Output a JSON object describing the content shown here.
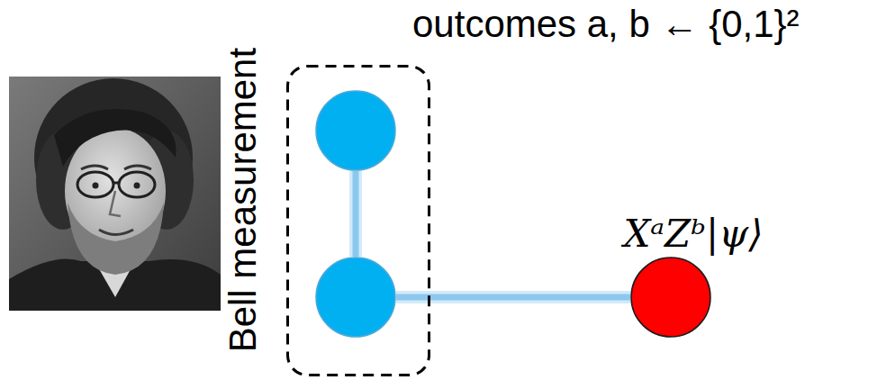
{
  "diagram": {
    "nodes": [
      {
        "text": [
          "Bell measurement"
        ]
      },
      {
        "text": [],
        "in": 0
      },
      {
        "text": [],
        "in": 0
      },
      {
        "text": [
          "XᵃZᵇ|ψ⟩"
        ]
      }
    ],
    "edges": [
      {
        "from": 1,
        "to": 2,
        "arrow": "none"
      },
      {
        "from": 2,
        "to": 3,
        "arrow": "none"
      }
    ],
    "labels": [
      "outcomes a, b ← {0,1}²"
    ]
  }
}
